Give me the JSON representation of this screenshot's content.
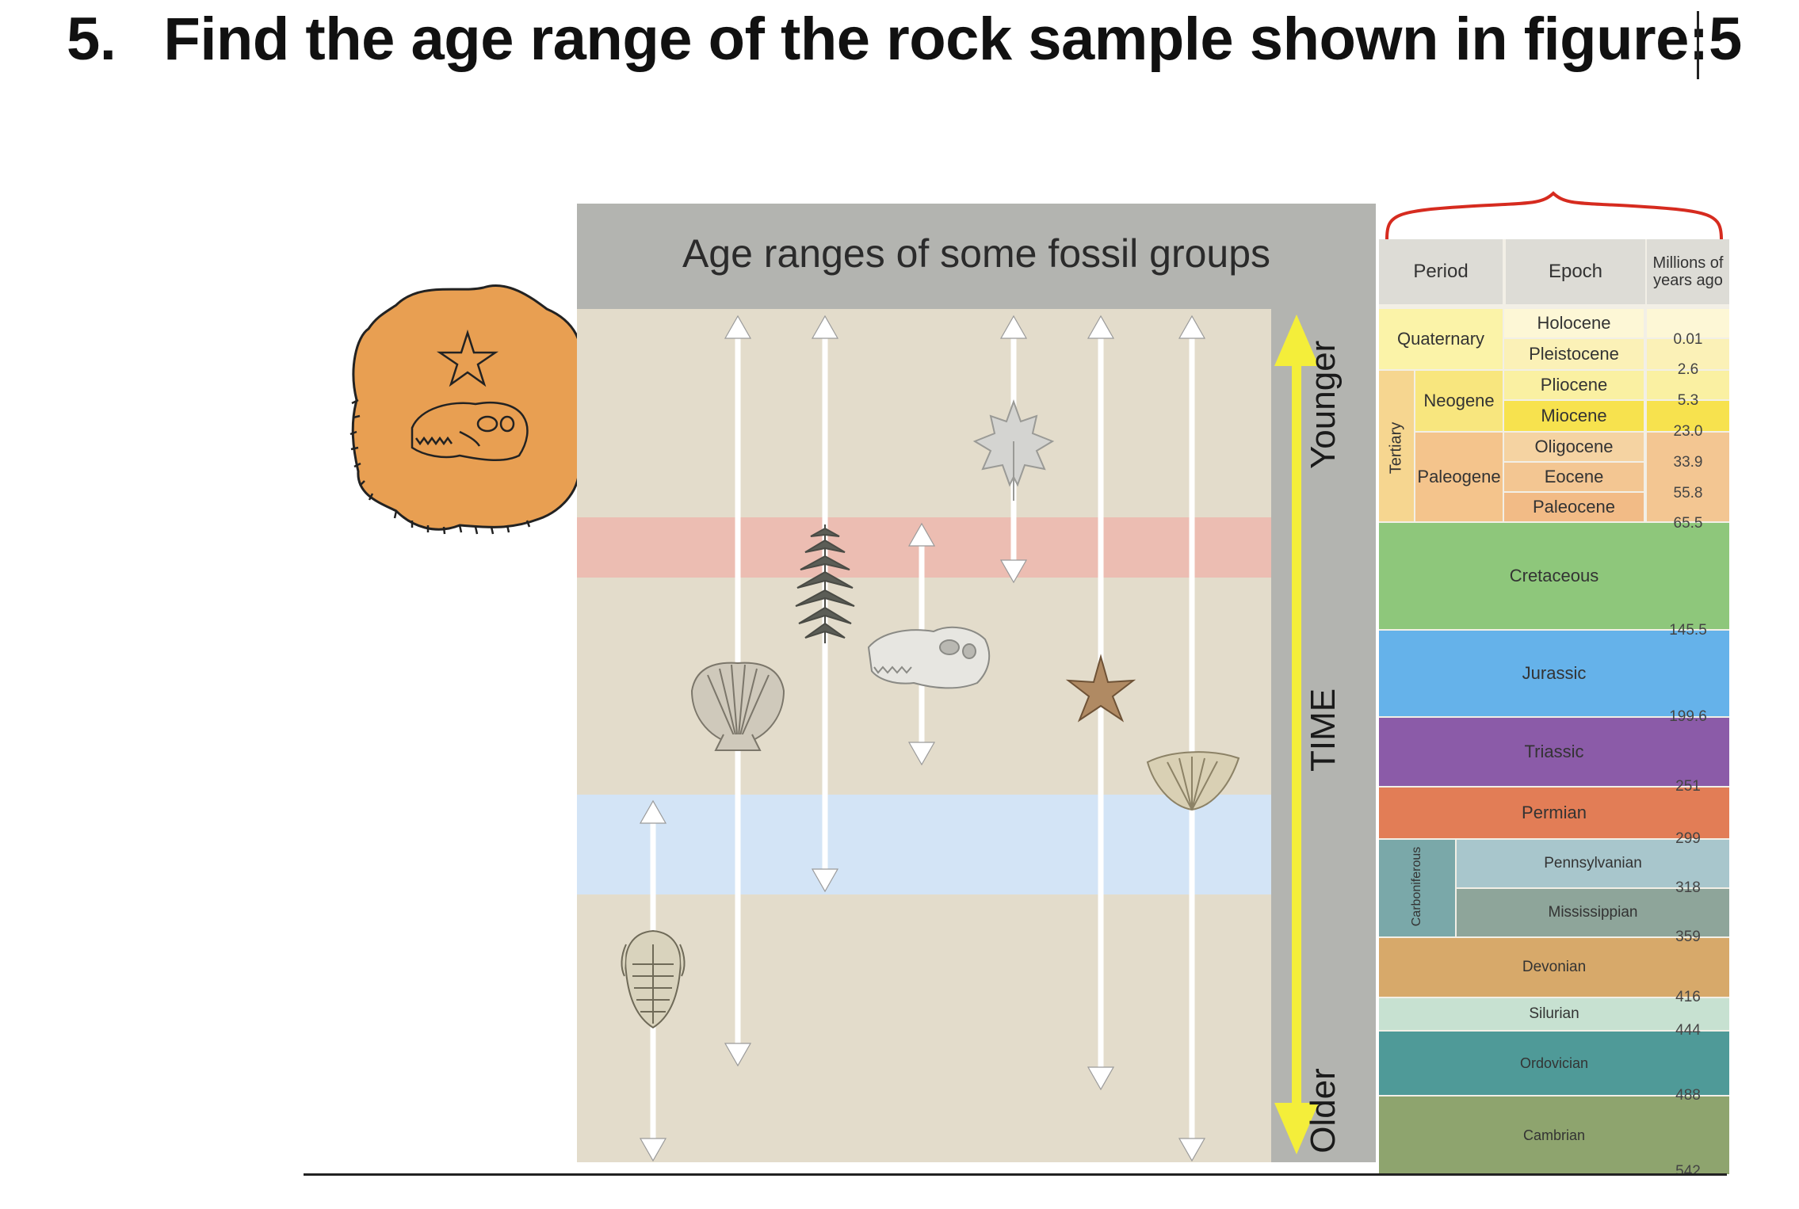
{
  "question": {
    "number": "5.",
    "text": "Find the age range of the rock sample shown in figure:",
    "suffix": "5"
  },
  "chart": {
    "title": "Age ranges of some fossil groups",
    "time_axis": {
      "younger": "Younger",
      "label": "TIME",
      "older": "Older"
    },
    "colors": {
      "header": "#b3b4b0",
      "background": "#e3dccb",
      "red_band": "#ecbdb2",
      "blue_band": "#d3e4f6",
      "arrow": "#f4ee3a"
    }
  },
  "timescale": {
    "headers": {
      "period": "Period",
      "epoch": "Epoch",
      "mya": "Millions of years ago"
    },
    "periods": {
      "quaternary": "Quaternary",
      "tertiary": "Tertiary",
      "neogene": "Neogene",
      "paleogene": "Paleogene",
      "cretaceous": "Cretaceous",
      "jurassic": "Jurassic",
      "triassic": "Triassic",
      "permian": "Permian",
      "carboniferous": "Carboniferous",
      "pennsylvanian": "Pennsylvanian",
      "mississippian": "Mississippian",
      "devonian": "Devonian",
      "silurian": "Silurian",
      "ordovician": "Ordovician",
      "cambrian": "Cambrian"
    },
    "epochs": {
      "holocene": "Holocene",
      "pleistocene": "Pleistocene",
      "pliocene": "Pliocene",
      "miocene": "Miocene",
      "oligocene": "Oligocene",
      "eocene": "Eocene",
      "paleocene": "Paleocene"
    },
    "ages": {
      "a001": "0.01",
      "a26": "2.6",
      "a53": "5.3",
      "a230": "23.0",
      "a339": "33.9",
      "a558": "55.8",
      "a655": "65.5",
      "a1455": "145.5",
      "a1996": "199.6",
      "a251": "251",
      "a299": "299",
      "a318": "318",
      "a359": "359",
      "a416": "416",
      "a444": "444",
      "a488": "488",
      "a542": "542"
    }
  }
}
